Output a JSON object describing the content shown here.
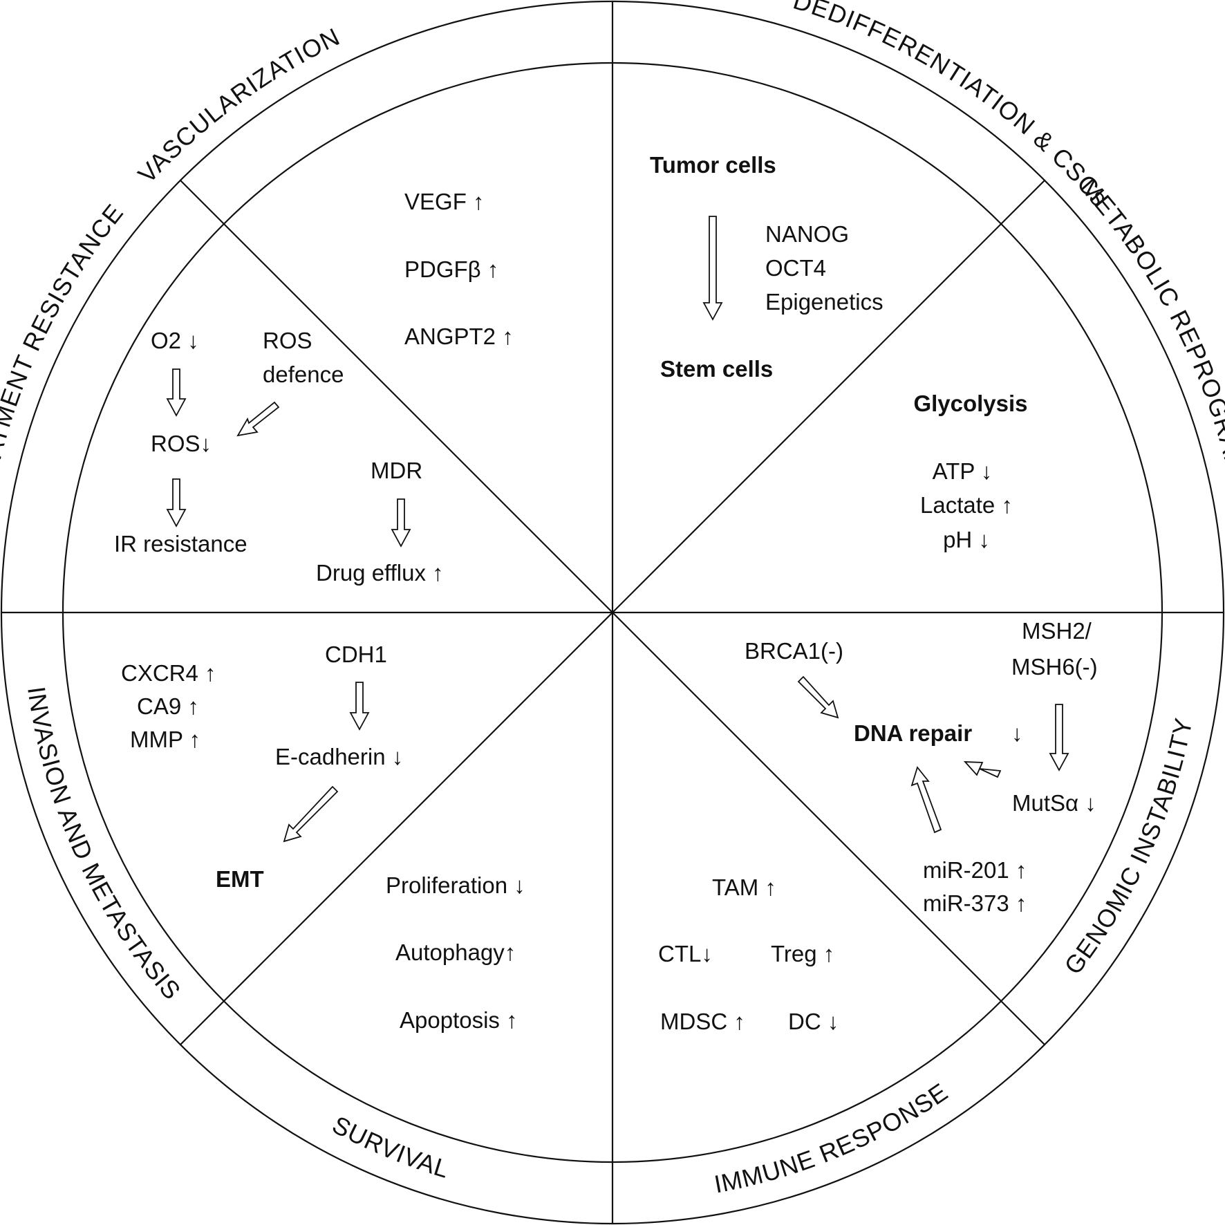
{
  "sectors": {
    "vascularization": {
      "ring_title": "VASCULARIZATION",
      "vegf": "VEGF ↑",
      "pdgfb": "PDGFβ ↑",
      "angpt2": "ANGPT2 ↑"
    },
    "dedifferentiation": {
      "ring_title": "DEDIFFERENTIATION & CSCs",
      "tumor_cells": "Tumor cells",
      "nanog": "NANOG",
      "oct4": "OCT4",
      "epigenetics": "Epigenetics",
      "stem_cells": "Stem cells"
    },
    "metabolic": {
      "ring_title": "METABOLIC REPROGRAMMING",
      "glycolysis": "Glycolysis",
      "atp": "ATP ↓",
      "lactate": "Lactate ↑",
      "ph": "pH ↓"
    },
    "genomic": {
      "ring_title": "GENOMIC INSTABILITY",
      "brca1": "BRCA1(-)",
      "msh2": "MSH2/",
      "msh6": "MSH6(-)",
      "dna_repair": "DNA repair",
      "dna_repair_arrow": "↓",
      "mutsa": "MutSα ↓",
      "mir201": "miR-201 ↑",
      "mir373": "miR-373 ↑"
    },
    "immune": {
      "ring_title": "IMMUNE RESPONSE",
      "tam": "TAM ↑",
      "ctl": "CTL↓",
      "treg": "Treg ↑",
      "mdsc": "MDSC ↑",
      "dc": "DC ↓"
    },
    "survival": {
      "ring_title": "SURVIVAL",
      "proliferation": "Proliferation ↓",
      "autophagy": "Autophagy↑",
      "apoptosis": "Apoptosis ↑"
    },
    "invasion": {
      "ring_title": "INVASION AND METASTASIS",
      "cxcr4": "CXCR4 ↑",
      "ca9": "CA9 ↑",
      "mmp": "MMP ↑",
      "cdh1": "CDH1",
      "ecadherin": "E-cadherin ↓",
      "emt": "EMT"
    },
    "treatment": {
      "ring_title": "TREATMENT RESISTANCE",
      "o2": "O2 ↓",
      "ros_def_1": "ROS",
      "ros_def_2": "defence",
      "ros": "ROS↓",
      "ir_resistance": "IR resistance",
      "mdr": "MDR",
      "drug_efflux": "Drug efflux ↑"
    }
  }
}
